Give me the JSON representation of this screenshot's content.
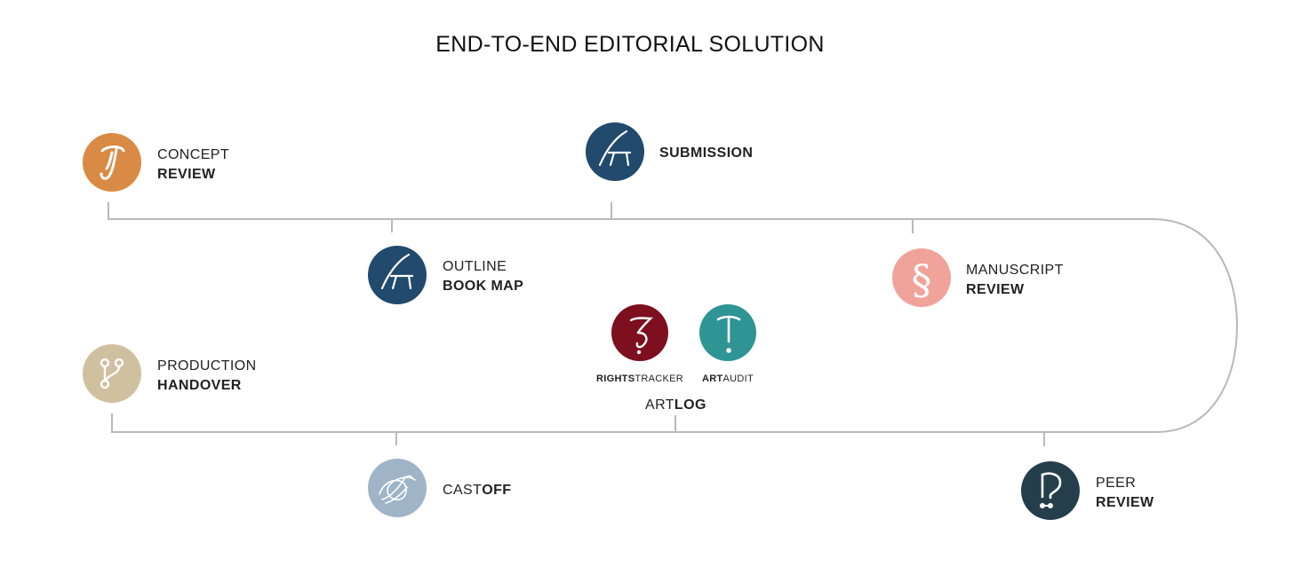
{
  "title": "END-TO-END EDITORIAL SOLUTION",
  "colors": {
    "track": "#b9b9b9",
    "concept": "#d98a44",
    "submission": "#224a6c",
    "outline": "#224a6c",
    "manuscript": "#f0a39b",
    "rights": "#7d0f1f",
    "artaudit": "#2e9494",
    "production": "#cfc0a0",
    "castoff": "#9fb4c6",
    "peer": "#243f4b"
  },
  "nodes": {
    "concept": {
      "icon": "script-j-icon",
      "line1": "CONCEPT",
      "line2": "REVIEW"
    },
    "submission": {
      "icon": "easel-icon",
      "line1": "",
      "line2": "SUBMISSION"
    },
    "outline": {
      "icon": "easel-icon",
      "line1": "OUTLINE",
      "line2": "BOOK MAP"
    },
    "manuscript": {
      "icon": "section-sign-icon",
      "line1": "MANUSCRIPT",
      "line2": "REVIEW"
    },
    "production": {
      "icon": "branch-icon",
      "line1": "PRODUCTION",
      "line2": "HANDOVER"
    },
    "castoff": {
      "icon": "wave-loop-icon",
      "part1": "CAST",
      "part2": "OFF"
    },
    "peer": {
      "icon": "question-mark-icon",
      "line1": "PEER",
      "line2": "REVIEW"
    },
    "rights": {
      "icon": "script-z-icon",
      "part1": "RIGHTS",
      "part2": "TRACKER"
    },
    "artaudit": {
      "icon": "exclamation-icon",
      "part1": "ART",
      "part2": "AUDIT"
    }
  },
  "artlog": {
    "part1": "ART",
    "part2": "LOG"
  }
}
